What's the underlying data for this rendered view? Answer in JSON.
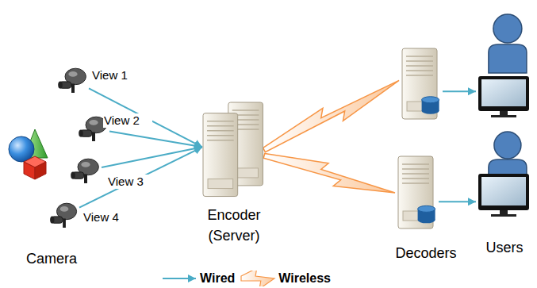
{
  "diagram": {
    "nodes": [
      {
        "text": [
          "View 1"
        ]
      },
      {
        "text": [
          "View 2"
        ]
      },
      {
        "text": [
          "View 3"
        ]
      },
      {
        "text": [
          "View 4"
        ]
      },
      {
        "text": [
          "Encoder (Server)"
        ]
      },
      {
        "text": []
      },
      {
        "text": [
          "Decoders"
        ]
      },
      {
        "text": []
      },
      {
        "text": [
          "Users"
        ]
      }
    ],
    "edges": [
      {
        "from": 0,
        "to": 4,
        "arrow": "to"
      },
      {
        "from": 1,
        "to": 4,
        "arrow": "to"
      },
      {
        "from": 2,
        "to": 4,
        "arrow": "to"
      },
      {
        "from": 3,
        "to": 4,
        "arrow": "to"
      },
      {
        "from": 4,
        "to": 5,
        "arrow": "to"
      },
      {
        "from": 4,
        "to": 6,
        "arrow": "to"
      },
      {
        "from": 5,
        "to": 7,
        "arrow": "to"
      },
      {
        "from": 6,
        "to": 8,
        "arrow": "to"
      }
    ],
    "labels": [
      "Camera"
    ],
    "legend": [
      {
        "text": "Wired"
      },
      {
        "text": "Wireless"
      }
    ]
  }
}
